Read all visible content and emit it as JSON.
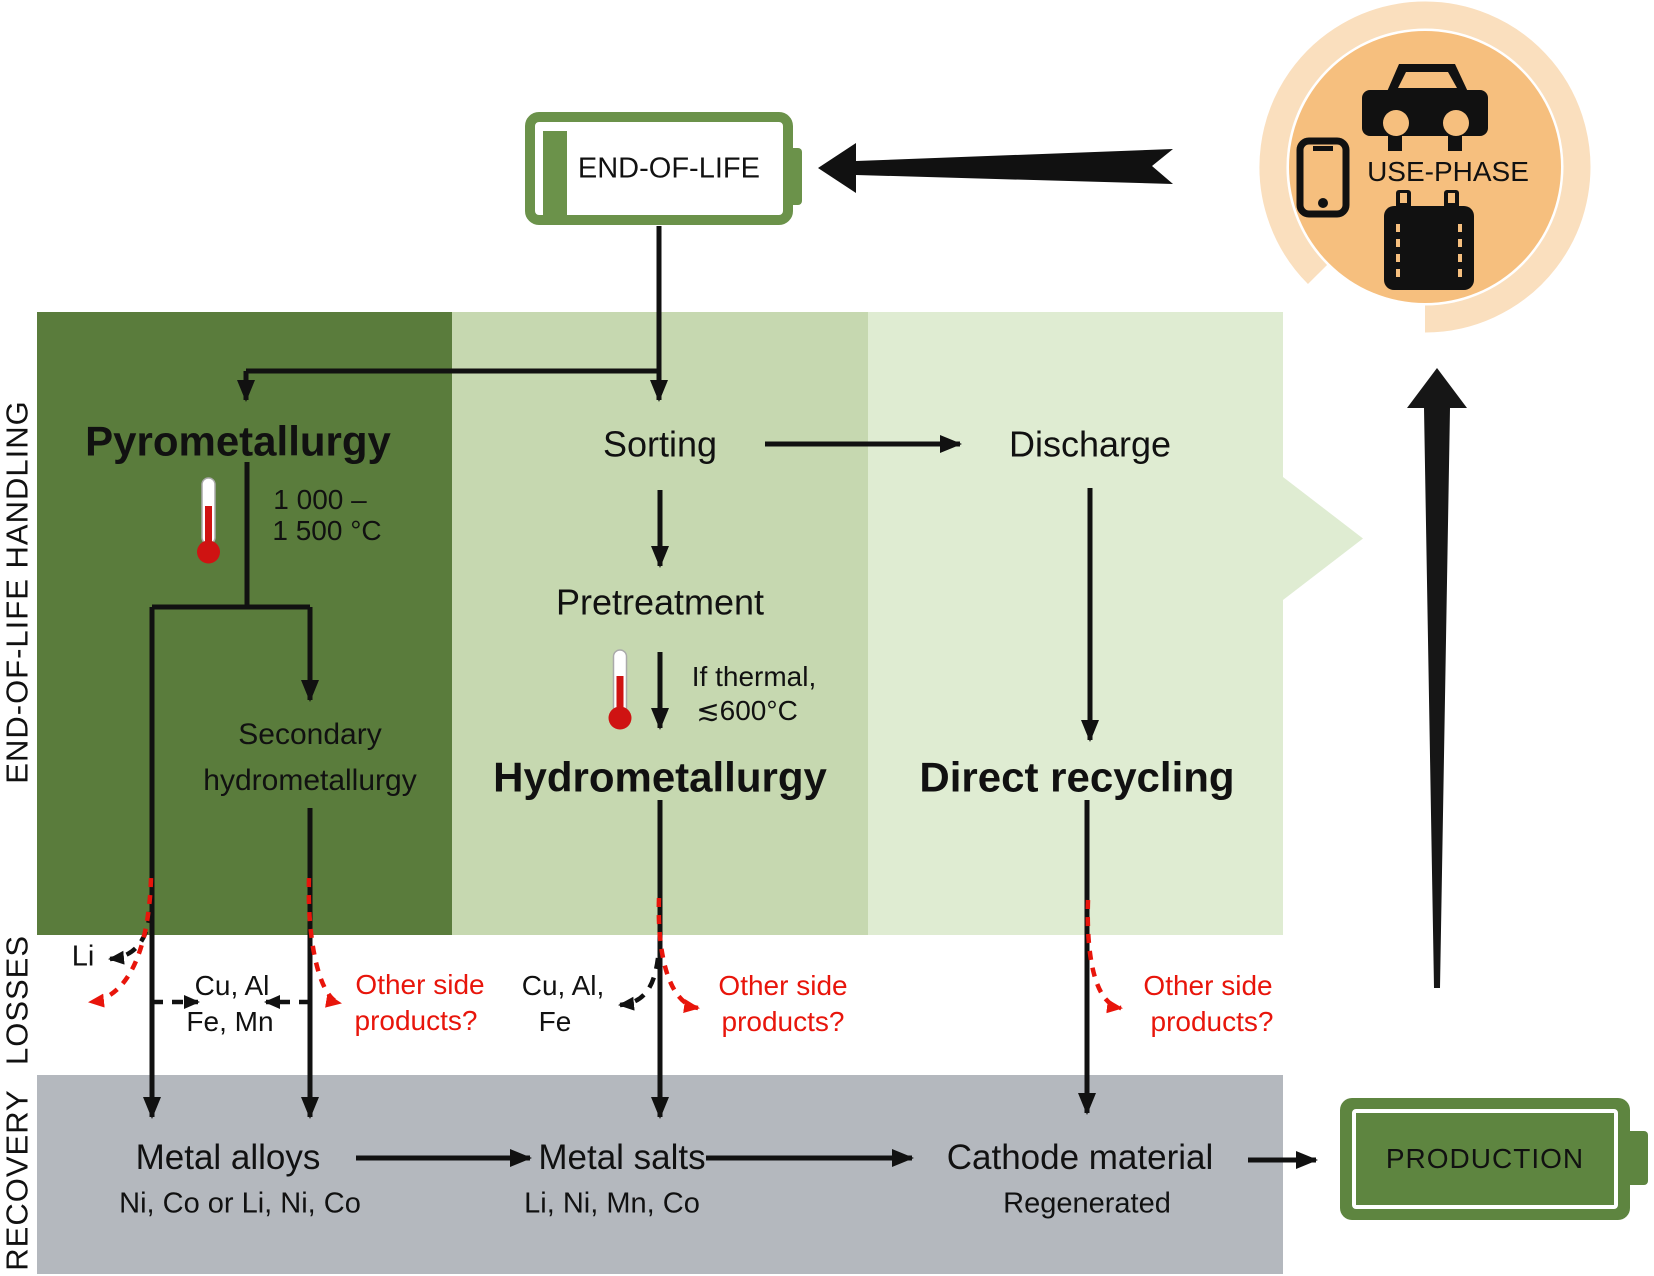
{
  "colors": {
    "panel_dark_green": "#5a7c3c",
    "panel_mid_green": "#c6d8b0",
    "panel_light_green": "#dfecd2",
    "recovery_gray": "#b4b8be",
    "battery_green": "#6b924a",
    "use_phase_orange": "#f6bf7e",
    "use_phase_ring": "#fadfbe",
    "loss_red": "#e8150b",
    "arrow_black": "#111111",
    "thermometer_red": "#cf1312"
  },
  "side_labels": {
    "handling": "END-OF-LIFE HANDLING",
    "losses": "LOSSES",
    "recovery": "RECOVERY"
  },
  "top": {
    "end_of_life": "END-OF-LIFE",
    "use_phase": "USE-PHASE"
  },
  "columns": {
    "pyro": {
      "title": "Pyrometallurgy",
      "temp_line1": "1 000 –",
      "temp_line2": "1 500 °C",
      "secondary_line1": "Secondary",
      "secondary_line2": "hydrometallurgy"
    },
    "hydro": {
      "sorting": "Sorting",
      "pretreatment": "Pretreatment",
      "thermal_line1": "If thermal,",
      "thermal_line2": "≲600°C",
      "title": "Hydrometallurgy"
    },
    "direct": {
      "discharge": "Discharge",
      "title": "Direct recycling"
    }
  },
  "losses": {
    "li": "Li",
    "pyro_metals_line1": "Cu, Al",
    "pyro_metals_line2": "Fe, Mn",
    "pyro_other_line1": "Other side",
    "pyro_other_line2": "products?",
    "hydro_metals_line1": "Cu, Al,",
    "hydro_metals_line2": "Fe",
    "hydro_other_line1": "Other side",
    "hydro_other_line2": "products?",
    "direct_other_line1": "Other side",
    "direct_other_line2": "products?"
  },
  "recovery": {
    "metal_alloys": "Metal alloys",
    "metal_alloys_sub": "Ni, Co   or   Li, Ni, Co",
    "metal_salts": "Metal salts",
    "metal_salts_sub": "Li, Ni, Mn, Co",
    "cathode": "Cathode material",
    "cathode_sub": "Regenerated",
    "production": "PRODUCTION"
  }
}
